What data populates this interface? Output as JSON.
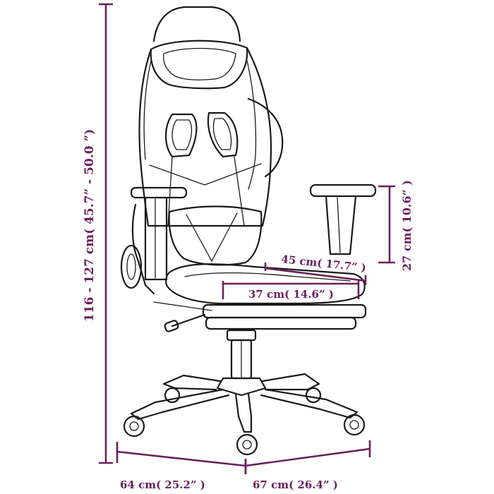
{
  "colors": {
    "dimension": "#6a1f5c",
    "outline": "#1a1a1a",
    "background": "#ffffff"
  },
  "dimensions": {
    "height": "116 - 127 cm( 45.7” - 50.0 ”)",
    "armrest": "27 cm( 10.6” )",
    "seat_depth": "45 cm( 17.7” )",
    "seat_width": "37 cm( 14.6” )",
    "base_width": "64 cm( 25.2” )",
    "base_depth": "67 cm( 26.4” )"
  }
}
